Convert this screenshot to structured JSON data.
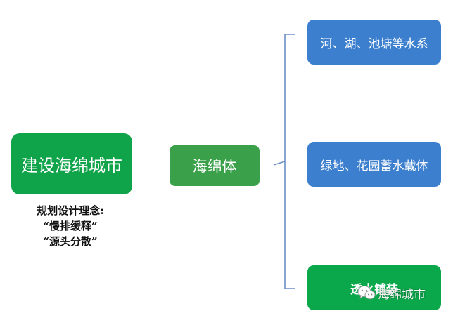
{
  "diagram": {
    "main_node": "建设海绵城市",
    "concept": {
      "title": "规划设计理念:",
      "line1": "“慢排缓释”",
      "line2": "“源头分散”"
    },
    "middle_node": "海绵体",
    "branches": [
      "河、湖、池塘等水系",
      "绿地、花园蓄水载体",
      "透水铺装"
    ]
  },
  "watermark": {
    "text": "海绵城市",
    "icon": "wechat-icon"
  },
  "colors": {
    "main_node": "#0fa34a",
    "middle_node": "#3aa14a",
    "branch_blue": "#3c7fce",
    "branch_green": "#0aa84a",
    "connector": "#6b8fc7"
  }
}
